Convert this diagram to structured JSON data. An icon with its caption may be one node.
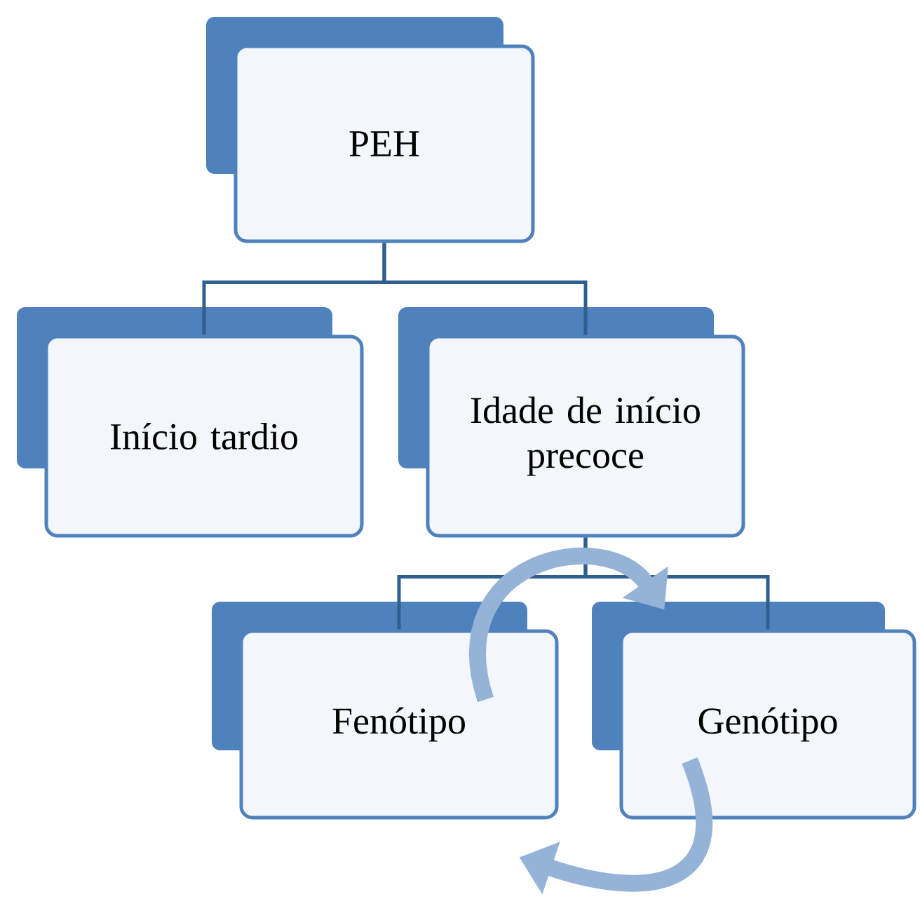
{
  "diagram": {
    "nodes": [
      {
        "text": [
          "PEH"
        ]
      },
      {
        "text": [
          "Início tardio"
        ]
      },
      {
        "text": [
          "Idade de início precoce"
        ]
      },
      {
        "text": [
          "Fenótipo"
        ]
      },
      {
        "text": [
          "Genótipo"
        ]
      }
    ],
    "edges": [
      {
        "from": 0,
        "to": 1,
        "arrow": "none"
      },
      {
        "from": 0,
        "to": 2,
        "arrow": "none"
      },
      {
        "from": 2,
        "to": 3,
        "arrow": "none"
      },
      {
        "from": 2,
        "to": 4,
        "arrow": "none"
      },
      {
        "from": 3,
        "to": 4,
        "arrow": "to",
        "style": "thick",
        "color": "#95b3d7"
      },
      {
        "from": 4,
        "to": 3,
        "arrow": "to",
        "style": "thick",
        "color": "#95b3d7"
      }
    ]
  }
}
